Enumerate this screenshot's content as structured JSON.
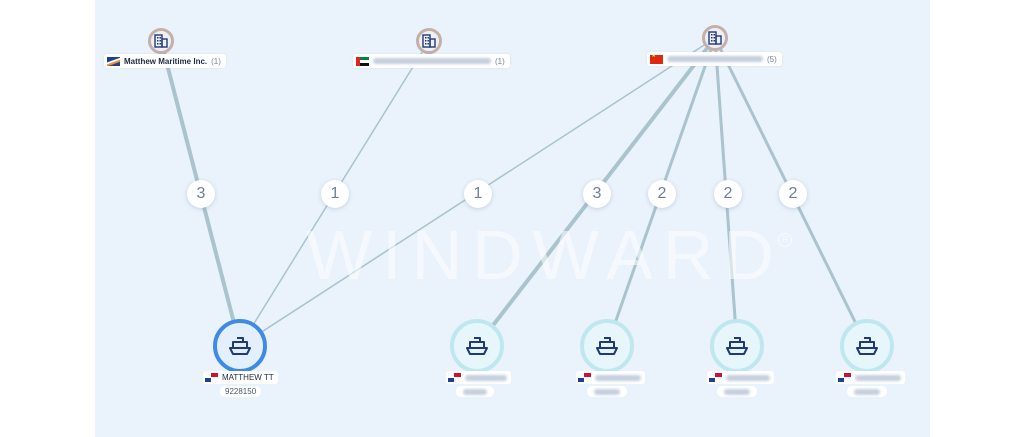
{
  "brand": {
    "watermark": "WINDWARD",
    "reg_mark": "R"
  },
  "colors": {
    "background": "#eaf2fb",
    "edge": "#a9c4cc",
    "main_ring": "#3f8ae3",
    "other_ring": "#bfe7ef"
  },
  "orgs": [
    {
      "id": "org1",
      "name": "Matthew Maritime Inc.",
      "count": "(1)",
      "flag": "marshall-islands",
      "name_blurred": false
    },
    {
      "id": "org2",
      "name": "",
      "count": "(1)",
      "flag": "uae",
      "name_blurred": true
    },
    {
      "id": "org3",
      "name": "",
      "count": "(5)",
      "flag": "china",
      "name_blurred": true
    }
  ],
  "vessels": [
    {
      "id": "v1",
      "name": "MATTHEW TT",
      "imo": "9228150",
      "flag": "panama",
      "selected": true
    },
    {
      "id": "v2",
      "name": "",
      "imo": "",
      "flag": "panama",
      "selected": false
    },
    {
      "id": "v3",
      "name": "",
      "imo": "",
      "flag": "panama",
      "selected": false
    },
    {
      "id": "v4",
      "name": "",
      "imo": "",
      "flag": "panama",
      "selected": false
    },
    {
      "id": "v5",
      "name": "",
      "imo": "",
      "flag": "panama",
      "selected": false
    }
  ],
  "edges": [
    {
      "from": "org1",
      "to": "v1",
      "weight": "3"
    },
    {
      "from": "org2",
      "to": "v1",
      "weight": "1"
    },
    {
      "from": "org3",
      "to": "v1",
      "weight": "1"
    },
    {
      "from": "org3",
      "to": "v2",
      "weight": "3"
    },
    {
      "from": "org3",
      "to": "v3",
      "weight": "2"
    },
    {
      "from": "org3",
      "to": "v4",
      "weight": "2"
    },
    {
      "from": "org3",
      "to": "v5",
      "weight": "2"
    }
  ],
  "icons": {
    "org": "building-icon",
    "vessel": "ship-icon"
  }
}
